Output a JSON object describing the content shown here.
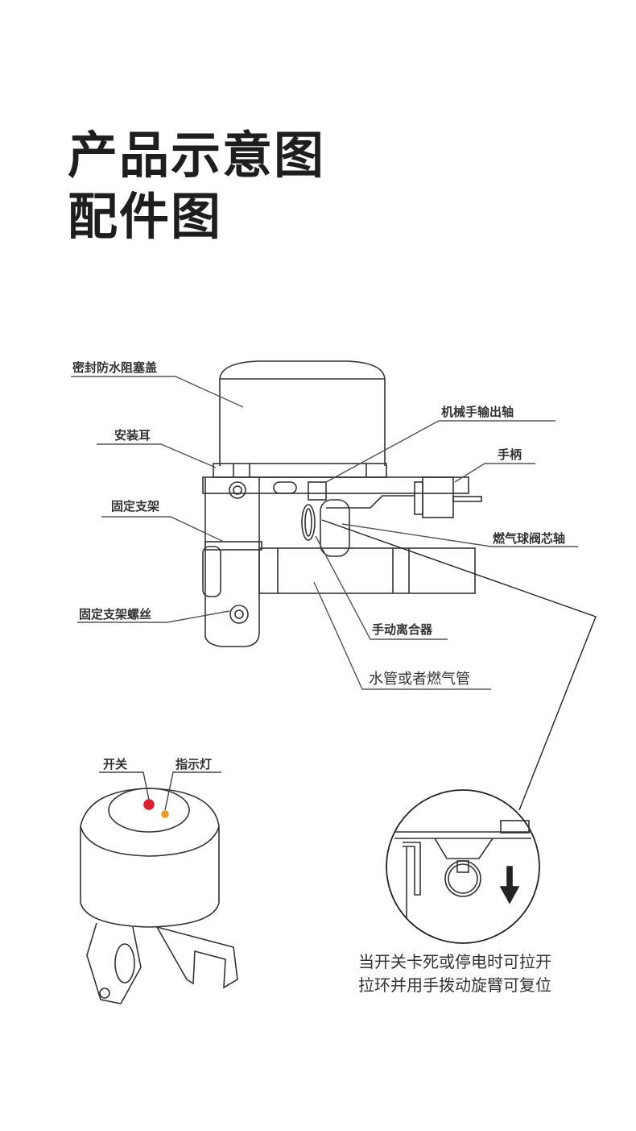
{
  "title": {
    "line1": "产品示意图",
    "line2": "配件图"
  },
  "labels": {
    "cap": "密封防水阻塞盖",
    "ear": "安装耳",
    "output_shaft": "机械手输出轴",
    "handle": "手柄",
    "bracket": "固定支架",
    "valve_shaft": "燃气球阀芯轴",
    "bracket_screw": "固定支架螺丝",
    "clutch": "手动离合器",
    "pipe": "水管或者燃气管",
    "switch": "开关",
    "indicator": "指示灯"
  },
  "note": {
    "line1": "当开关卡死或停电时可拉开",
    "line2": "拉环并用手拨动旋臂可复位"
  },
  "colors": {
    "switch": "#d8232f",
    "indicator": "#e89a2a",
    "arrow": "#222222"
  }
}
